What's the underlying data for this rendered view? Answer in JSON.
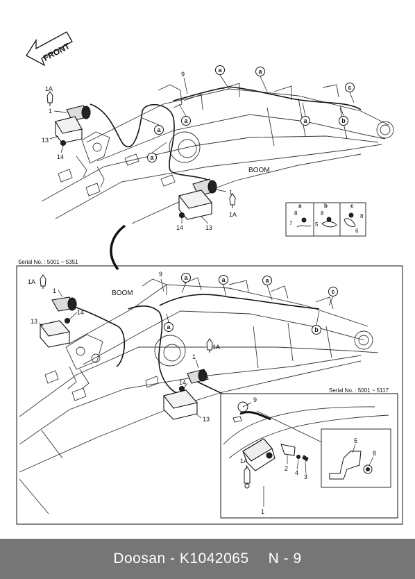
{
  "header": {
    "front_label": "FRONT"
  },
  "top_diagram": {
    "boom_label": "BOOM",
    "callouts": [
      "9",
      "1A",
      "1",
      "13",
      "14",
      "1",
      "1A",
      "14",
      "13"
    ],
    "circle_letters": [
      "a",
      "a",
      "a",
      "a",
      "a",
      "a",
      "b",
      "c"
    ],
    "detail_box": {
      "cols": [
        {
          "letter": "a",
          "nums": [
            "8",
            "7"
          ]
        },
        {
          "letter": "b",
          "nums": [
            "8",
            "5"
          ]
        },
        {
          "letter": "c",
          "nums": [
            "8",
            "6"
          ]
        }
      ]
    }
  },
  "bottom_diagram": {
    "serial_label": "Serial No. : 5001 ~ 5351",
    "boom_label": "BOOM",
    "callouts": [
      "9",
      "1A",
      "1",
      "14",
      "13",
      "1A",
      "1",
      "14",
      "13"
    ],
    "circle_letters": [
      "a",
      "a",
      "a",
      "a",
      "b",
      "c"
    ],
    "inset": {
      "serial_label": "Serial No. : 5001 ~ 5117",
      "callouts": [
        "9",
        "1A",
        "2",
        "4",
        "3",
        "1",
        "5",
        "8"
      ]
    }
  },
  "footer": {
    "title": "Doosan - K1042065",
    "page": "N - 9"
  }
}
